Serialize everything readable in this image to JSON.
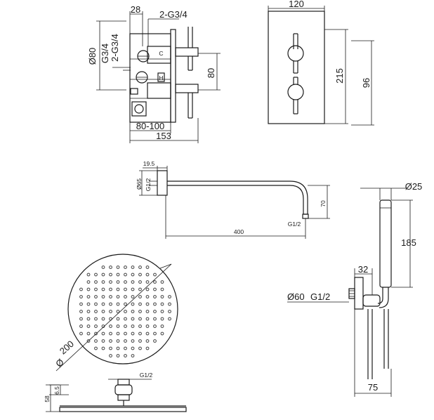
{
  "valve_side": {
    "dim_depth": "28",
    "dim_outlets": "2-G3/4",
    "dim_diameter": "Ø80",
    "dim_inlet": "G3/4",
    "dim_inlet2": "2-G3/4",
    "dim_spacing": "80",
    "dim_range": "80-100",
    "dim_total": "153",
    "mark_cold": "C",
    "mark_hot": "H"
  },
  "valve_front": {
    "dim_width": "120",
    "dim_height": "215",
    "dim_handles": "96"
  },
  "arm": {
    "dim_flange": "19.5",
    "dim_diameter": "Ø65",
    "dim_thread": "G1/2",
    "dim_drop": "70",
    "dim_outlet": "G1/2",
    "dim_length": "400"
  },
  "hand_shower": {
    "dim_diameter": "Ø25",
    "dim_length": "185",
    "dim_bracket": "32",
    "dim_elbow": "Ø60",
    "dim_thread": "G1/2",
    "dim_depth": "75"
  },
  "head": {
    "dim_size": "200",
    "dim_symbol": "Ø",
    "dim_thread": "G1/2",
    "dim_neck": "6.5",
    "dim_height": "58"
  }
}
